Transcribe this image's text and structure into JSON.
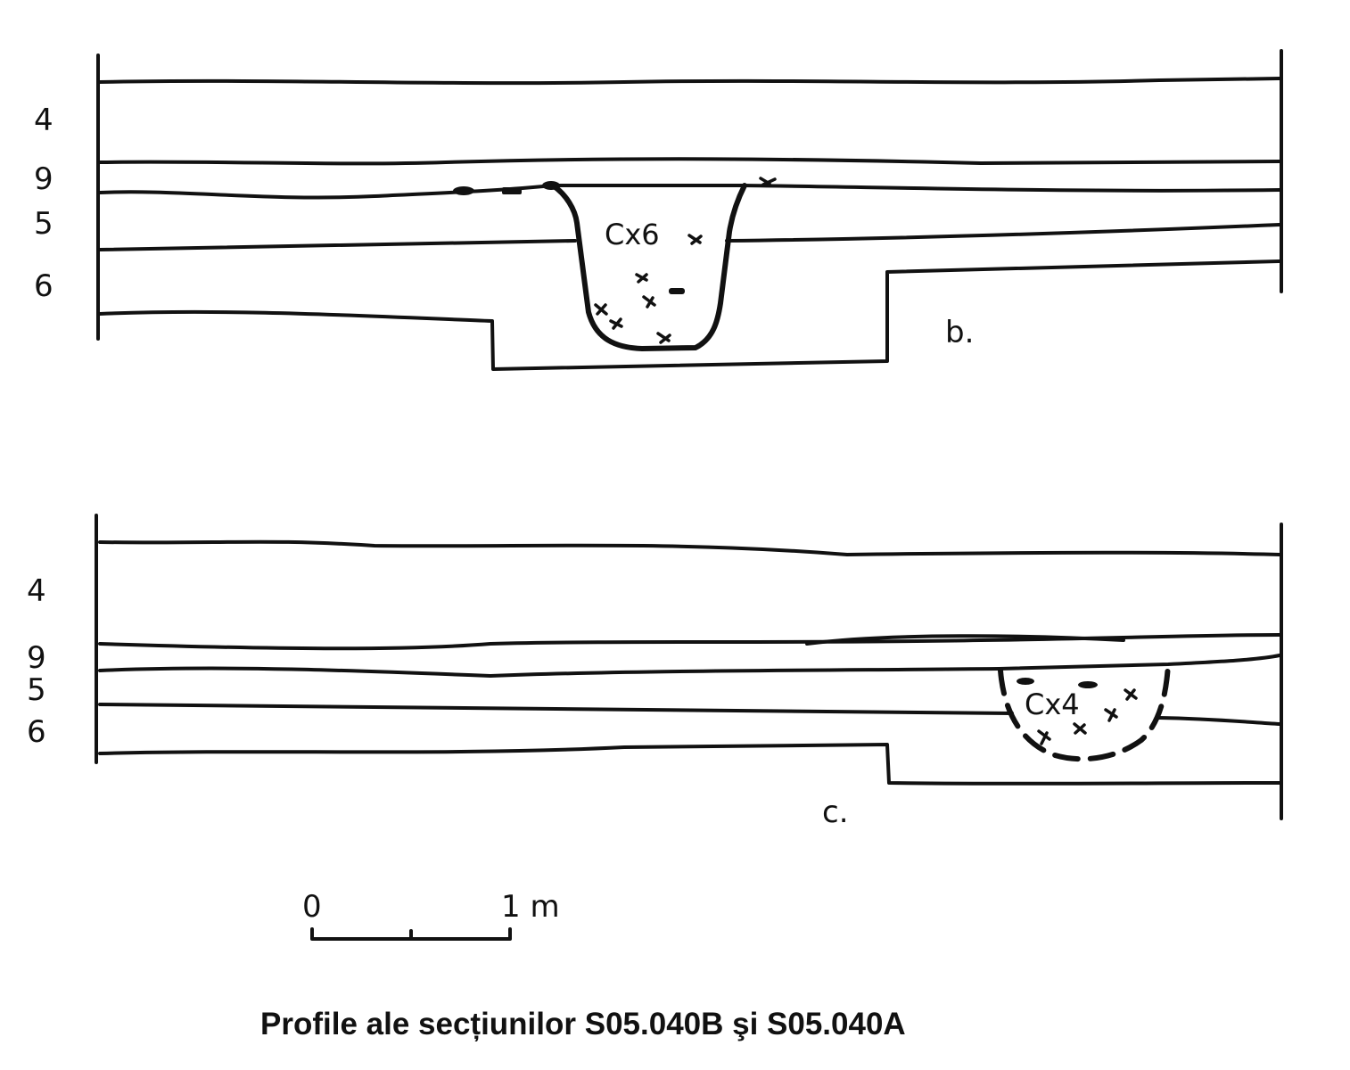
{
  "profile_b": {
    "label": "b.",
    "feature": "Cx6",
    "layers": [
      "4",
      "9",
      "5",
      "6"
    ]
  },
  "profile_c": {
    "label": "c.",
    "feature": "Cx4",
    "layers": [
      "4",
      "9",
      "5",
      "6"
    ]
  },
  "scale": {
    "start": "0",
    "end": "1 m"
  },
  "caption": "Profile ale secțiunilor S05.040B şi S05.040A"
}
